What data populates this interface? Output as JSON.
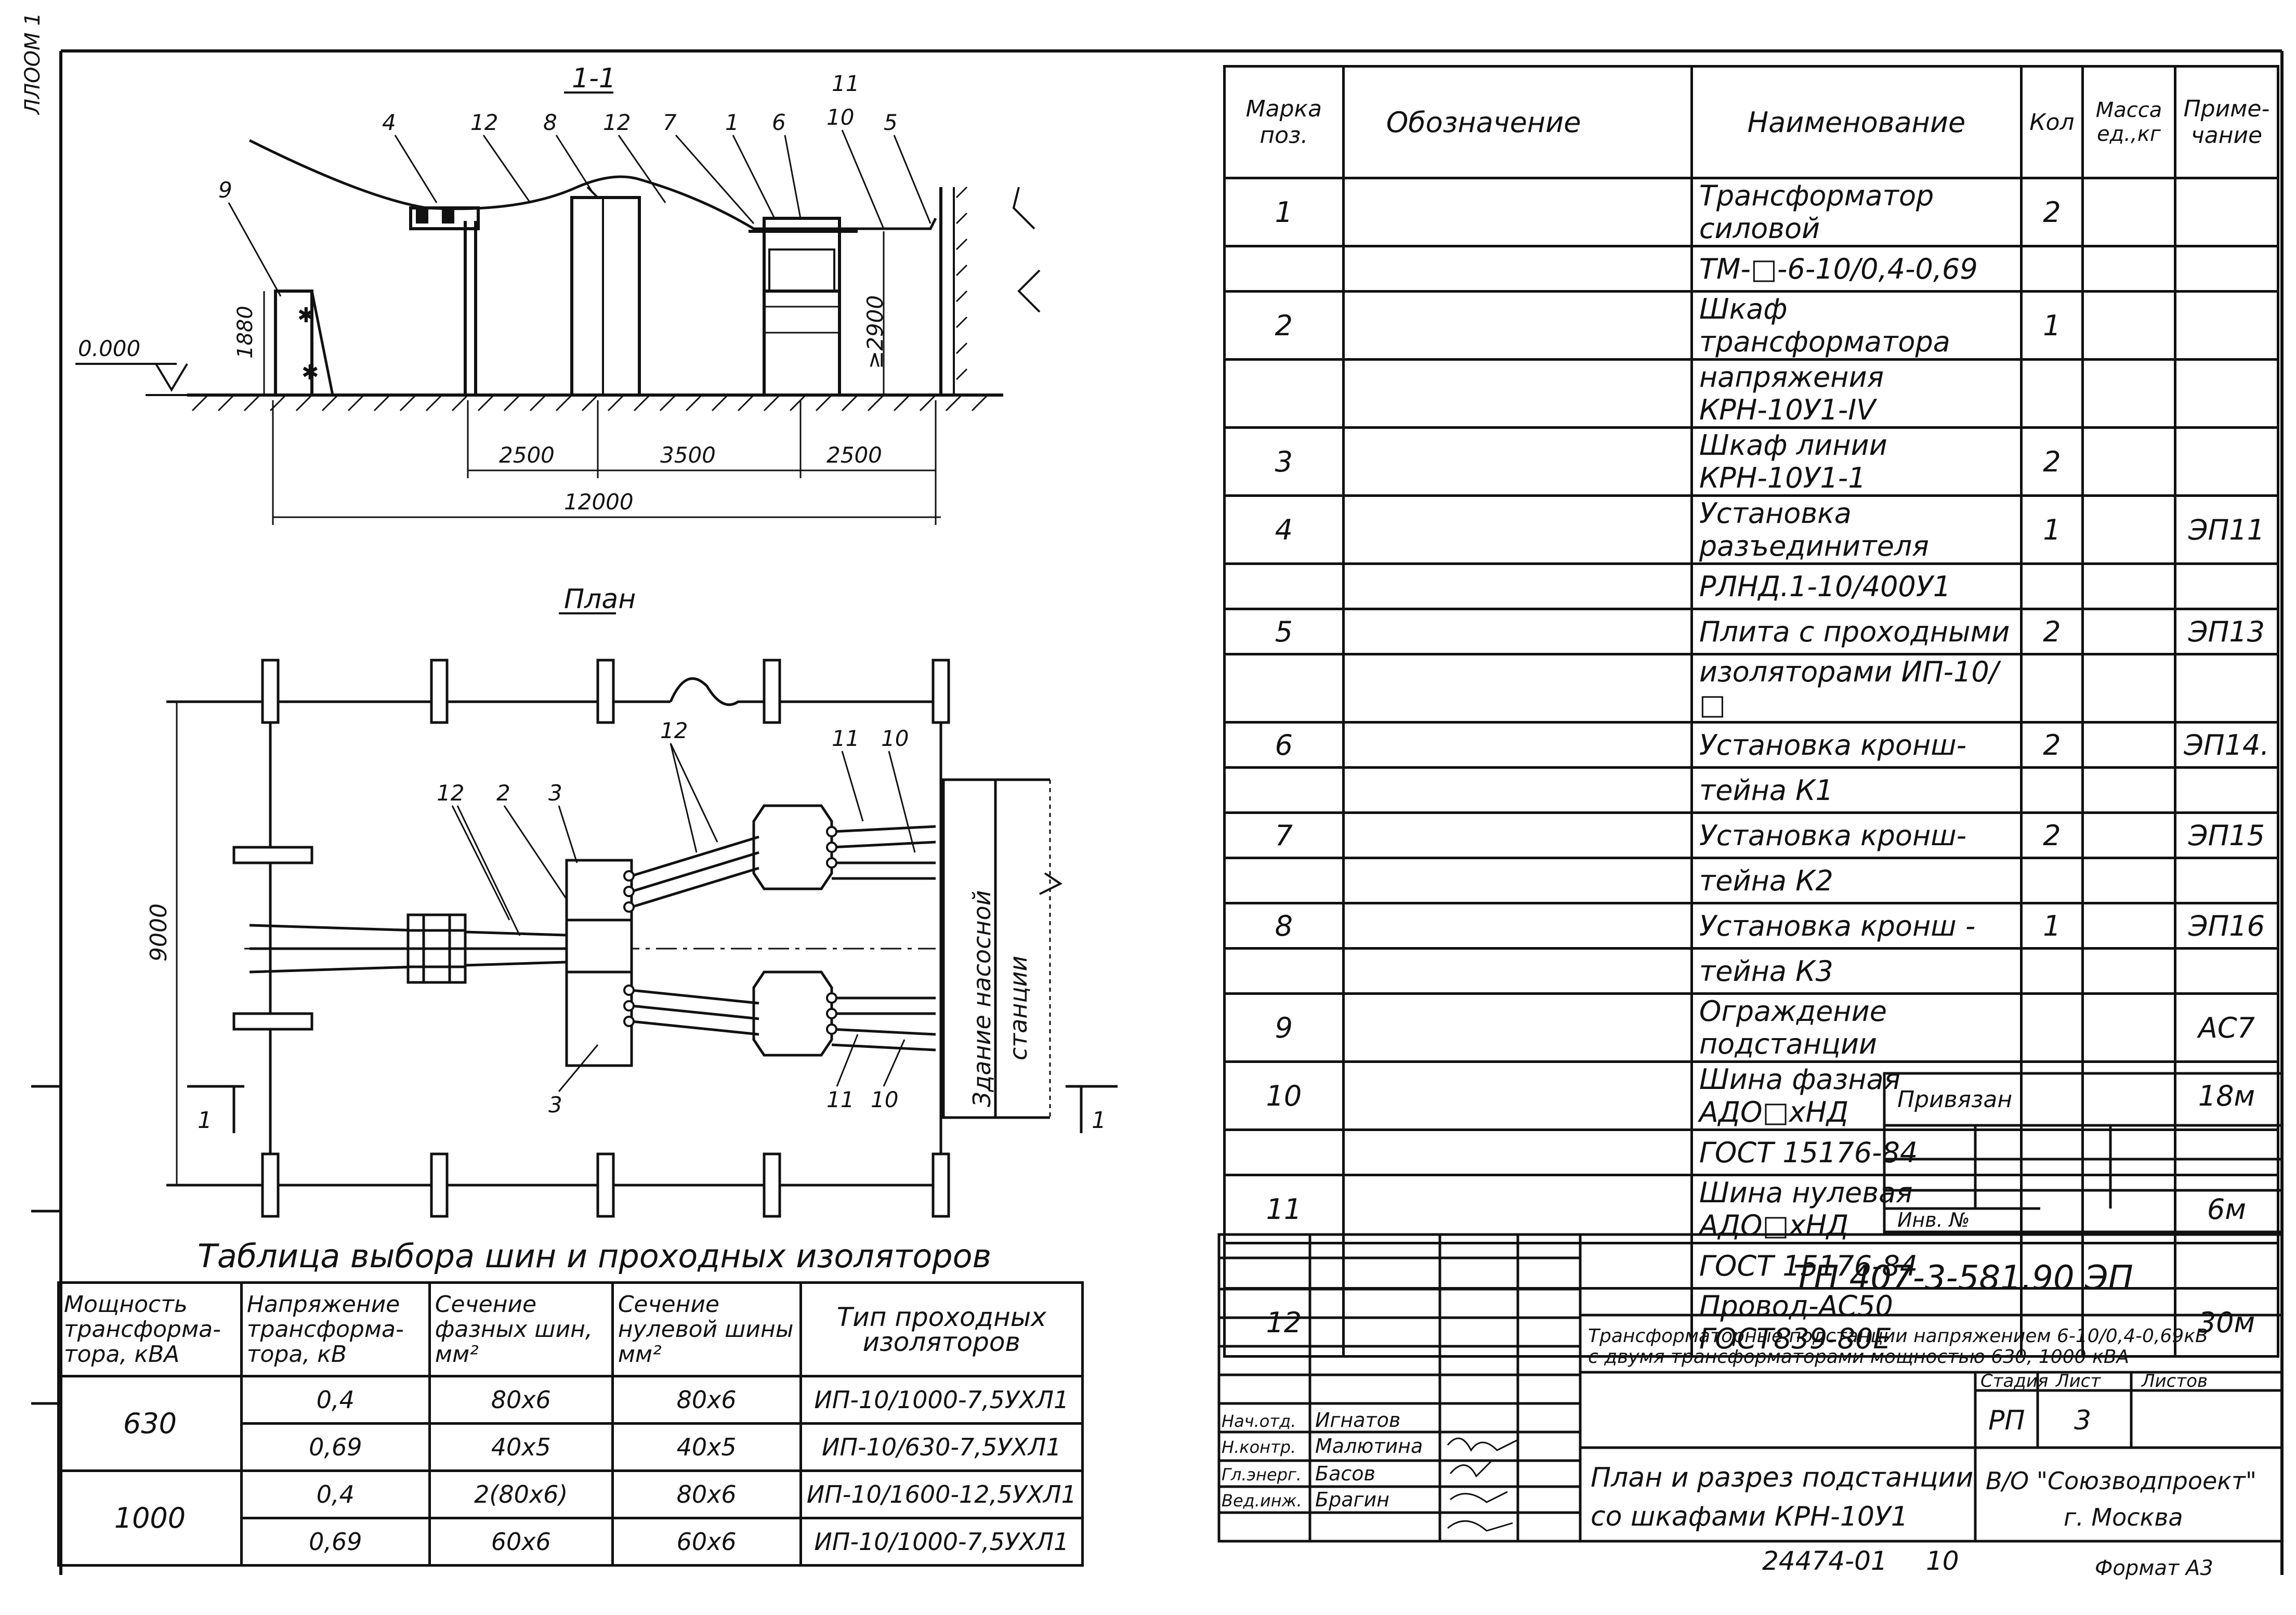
{
  "side_label": "ЛЛООМ 1",
  "section": {
    "title": "1-1",
    "level_mark": "0.000",
    "fence_height": "1880",
    "clearance": "≥2900",
    "dims": [
      "2500",
      "3500",
      "2500"
    ],
    "total_dim": "12000",
    "callouts": [
      "9",
      "4",
      "12",
      "8",
      "12",
      "7",
      "1",
      "6",
      "11",
      "10",
      "5"
    ]
  },
  "plan": {
    "title": "План",
    "width_dim": "9000",
    "building_label_1": "Здание насосной",
    "building_label_2": "станции",
    "callouts": [
      "12",
      "2",
      "3",
      "12",
      "11",
      "10",
      "3",
      "11",
      "10"
    ],
    "cut_mark": "1"
  },
  "spec_table": {
    "headers": {
      "mark": "Марка поз.",
      "designation": "Обозначение",
      "name": "Наименование",
      "qty": "Кол",
      "mass": "Масса ед.,кг",
      "note": "Приме-чание"
    },
    "rows": [
      {
        "mark": "1",
        "name": "Трансформатор силовой",
        "qty": "2",
        "note": ""
      },
      {
        "mark": "",
        "name": "ТМ-□-6-10/0,4-0,69",
        "qty": "",
        "note": ""
      },
      {
        "mark": "2",
        "name": "Шкаф трансформатора",
        "qty": "1",
        "note": ""
      },
      {
        "mark": "",
        "name": "напряжения КРН-10У1-IV",
        "qty": "",
        "note": ""
      },
      {
        "mark": "3",
        "name": "Шкаф линии КРН-10У1-1",
        "qty": "2",
        "note": ""
      },
      {
        "mark": "4",
        "name": "Установка разъединителя",
        "qty": "1",
        "note": "ЭП11"
      },
      {
        "mark": "",
        "name": "РЛНД.1-10/400У1",
        "qty": "",
        "note": ""
      },
      {
        "mark": "5",
        "name": "Плита с проходными",
        "qty": "2",
        "note": "ЭП13"
      },
      {
        "mark": "",
        "name": "изоляторами ИП-10/□",
        "qty": "",
        "note": ""
      },
      {
        "mark": "6",
        "name": "Установка кронш-",
        "qty": "2",
        "note": "ЭП14."
      },
      {
        "mark": "",
        "name": "тейна К1",
        "qty": "",
        "note": ""
      },
      {
        "mark": "7",
        "name": "Установка кронш-",
        "qty": "2",
        "note": "ЭП15"
      },
      {
        "mark": "",
        "name": "тейна К2",
        "qty": "",
        "note": ""
      },
      {
        "mark": "8",
        "name": "Установка кронш -",
        "qty": "1",
        "note": "ЭП16"
      },
      {
        "mark": "",
        "name": "тейна К3",
        "qty": "",
        "note": ""
      },
      {
        "mark": "9",
        "name": "Ограждение подстанции",
        "qty": "",
        "note": "АС7"
      },
      {
        "mark": "10",
        "name": "Шина фазная АДО□хНД",
        "qty": "",
        "note": "18м"
      },
      {
        "mark": "",
        "name": "ГОСТ 15176-84",
        "qty": "",
        "note": ""
      },
      {
        "mark": "11",
        "name": "Шина нулевая АДО□хНД",
        "qty": "",
        "note": "6м"
      },
      {
        "mark": "",
        "name": "ГОСТ 15176-84",
        "qty": "",
        "note": ""
      },
      {
        "mark": "12",
        "name": "Провод-АС50 ГОСТ839-80Е",
        "qty": "",
        "note": "30м"
      }
    ]
  },
  "busbar_table": {
    "title": "Таблица выбора шин и проходных изоляторов",
    "headers": [
      "Мощность трансформа-тора, кВА",
      "Напряжение трансформа-тора, кВ",
      "Сечение фазных шин, мм²",
      "Сечение нулевой шины мм²",
      "Тип проходных изоляторов"
    ],
    "rows": [
      {
        "power": "630",
        "voltage": "0,4",
        "phase": "80х6",
        "neutral": "80х6",
        "insulator": "ИП-10/1000-7,5УХЛ1"
      },
      {
        "power": "",
        "voltage": "0,69",
        "phase": "40х5",
        "neutral": "40х5",
        "insulator": "ИП-10/630-7,5УХЛ1"
      },
      {
        "power": "1000",
        "voltage": "0,4",
        "phase": "2(80х6)",
        "neutral": "80х6",
        "insulator": "ИП-10/1600-12,5УХЛ1"
      },
      {
        "power": "",
        "voltage": "0,69",
        "phase": "60х6",
        "neutral": "60х6",
        "insulator": "ИП-10/1000-7,5УХЛ1"
      }
    ]
  },
  "binding": {
    "label": "Привязан",
    "inv_label": "Инв. №"
  },
  "title_block": {
    "code": "ТП 407-3-581.90  ЭП",
    "description_1": "Трансформаторные подстанции напряжением 6-10/0,4-0,69кВ",
    "description_2": "с двумя трансформаторами мощностью 630, 1000 кВА",
    "stage_label": "Стадия",
    "sheet_label": "Лист",
    "sheets_label": "Листов",
    "stage": "РП",
    "sheet": "3",
    "sheets": "",
    "sheet_title_1": "План и разрез подстанции",
    "sheet_title_2": "со шкафами КРН-10У1",
    "org_1": "В/О \"Союзводпроект\"",
    "org_2": "г. Москва",
    "staff": [
      {
        "role": "Нач.отд.",
        "name": "Игнатов"
      },
      {
        "role": "Н.контр.",
        "name": "Малютина"
      },
      {
        "role": "Гл.энерг.",
        "name": "Басов"
      },
      {
        "role": "Вед.инж.",
        "name": "Брагин"
      }
    ]
  },
  "footer": {
    "number": "24474-01",
    "page": "10",
    "format": "Формат А3"
  }
}
